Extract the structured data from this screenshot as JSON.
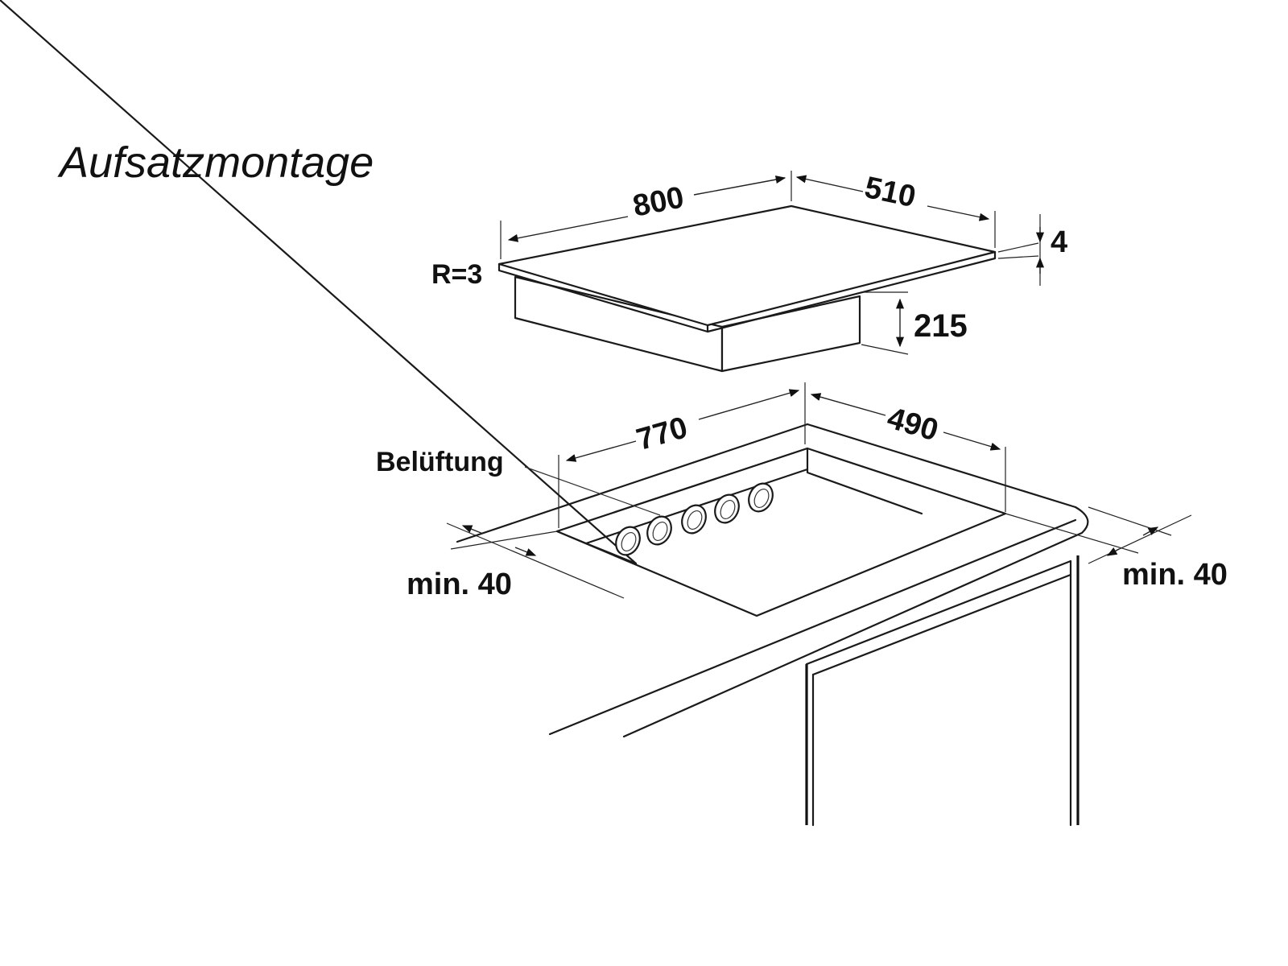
{
  "title": "Aufsatzmontage",
  "labels": {
    "hob_width": "800",
    "hob_depth": "510",
    "hob_thickness": "4",
    "hob_height": "215",
    "radius": "R=3",
    "cutout_width": "770",
    "cutout_depth": "490",
    "ventilation": "Belüftung",
    "front_clearance": "min. 40",
    "rear_clearance": "min. 40"
  },
  "colors": {
    "line": "#1a1a1a",
    "background": "#ffffff"
  }
}
